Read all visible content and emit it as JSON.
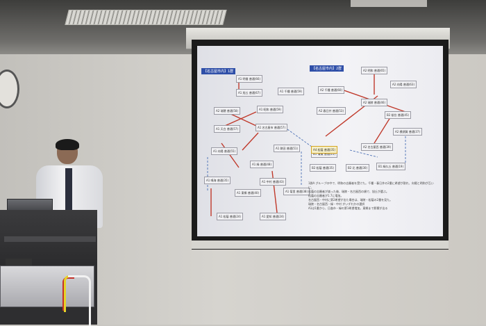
{
  "slide": {
    "left_title": "【名古屋市内】1群",
    "right_title": "【名古屋市内】2群",
    "left_nodes": [
      "A1 明倫 普通(66)",
      "A1 旭丘 普通(67)",
      "A1 千種 普通(59)",
      "A2 瑞穂 普通(58)",
      "A1 昭和 普通(59)",
      "A1 天白 普通(57)",
      "A1 名古屋市 普通(57)",
      "A1 向陽 普通(55)",
      "A1 熱田 普通(51)",
      "A1 緑 普通(48)",
      "A1 中村 普通(43)",
      "A1 鳴海 普通(35)",
      "A1 東郷 普通(40)",
      "A1 菊里 普通(38)",
      "A1 松蔭 普通(24)",
      "A1 愛知 普通(24)"
    ],
    "right_nodes": [
      "A2 明和 普通(65)",
      "A2 千種 普通(60)",
      "A2 向陽 普通(63)",
      "A2 春日井 普通(53)",
      "A2 瑞陵 普通(46)",
      "B2 桜台 普通(45)",
      "A2 名古屋西 普通(39)",
      "A2 横須賀 普通(37)",
      "B2 松蔭 普通(35)",
      "B1 清風 普通(25)",
      "B2 北 普通(30)",
      "B1 緑久丘 普通(19)"
    ],
    "selected_node": "A4 松蔭 普通(35)",
    "notes": [
      "1群A グループの中で、明和の志願者を受けた。千種・春日井の2番に希望が割れ、向陽と明和が互いに、",
      "松蔭の志願者が減った後、瑞陵・名古屋西の順で、旭丘が選ぶ。",
      "松蔭の志願者が1.7に増加。",
      "名古屋西・中村に第2希望が出た場合は、瑞陵・松蔭の2番を見た。",
      "瑞陵・名古屋西・緑・中村 がいずれかの選択",
      "A1は1番から、日進市・緑の第1希望増加。東郷まで影響が出る"
    ]
  },
  "colors": {
    "arrow_solid": "#c0392b",
    "arrow_dashed": "#4a6fb5",
    "slide_tag": "#2f4fa8"
  }
}
